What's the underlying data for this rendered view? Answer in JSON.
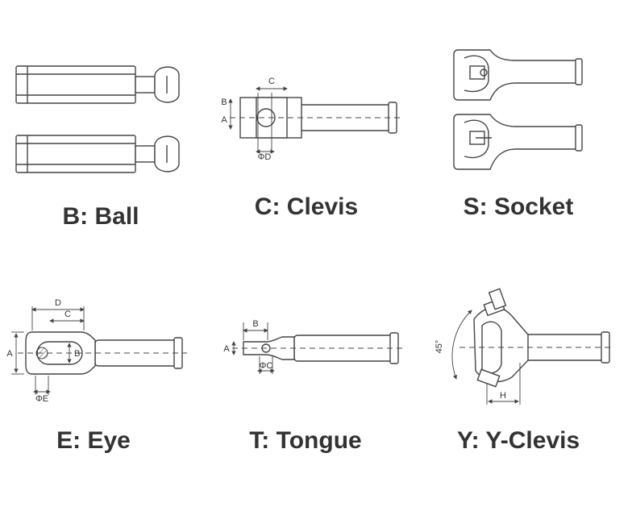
{
  "diagrams": [
    {
      "id": "ball",
      "caption": "B: Ball",
      "dims": []
    },
    {
      "id": "clevis",
      "caption": "C: Clevis",
      "dims": [
        "C",
        "A",
        "B",
        "ΦD"
      ]
    },
    {
      "id": "socket",
      "caption": "S: Socket",
      "dims": []
    },
    {
      "id": "eye",
      "caption": "E: Eye",
      "dims": [
        "D",
        "C",
        "A",
        "B",
        "ΦE"
      ]
    },
    {
      "id": "tongue",
      "caption": "T: Tongue",
      "dims": [
        "B",
        "A",
        "ΦC"
      ]
    },
    {
      "id": "y-clevis",
      "caption": "Y: Y-Clevis",
      "dims": [
        "45°",
        "H"
      ]
    }
  ],
  "colors": {
    "line": "#444444",
    "text": "#333333",
    "background": "#ffffff"
  }
}
